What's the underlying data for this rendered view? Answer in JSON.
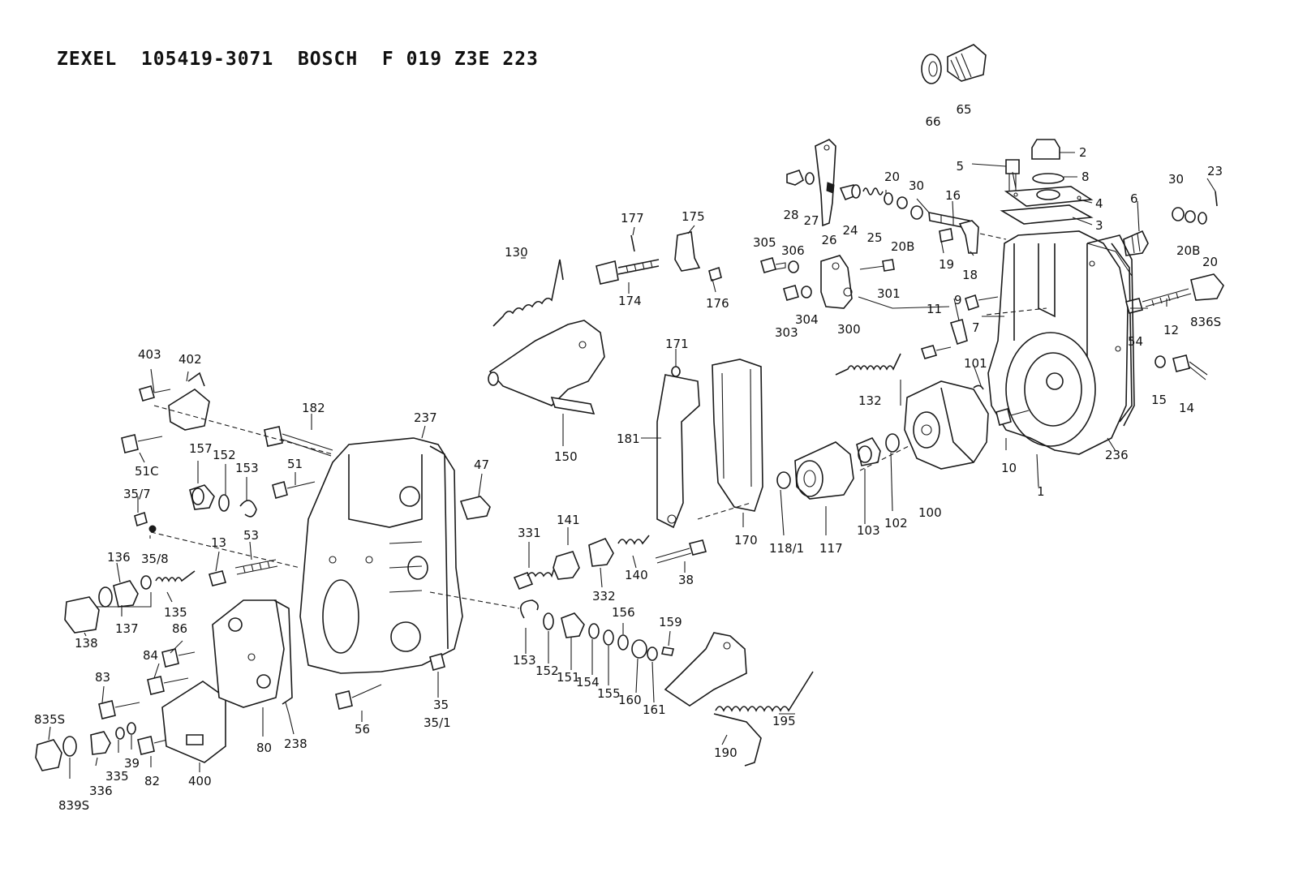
{
  "header": {
    "title": "ZEXEL  105419-3071  BOSCH  F 019 Z3E 223"
  },
  "callouts": [
    "65",
    "66",
    "2",
    "8",
    "5",
    "4",
    "3",
    "23",
    "30",
    "20B",
    "20",
    "6",
    "28",
    "27",
    "26",
    "24",
    "25",
    "20",
    "30",
    "20B",
    "16",
    "19",
    "18",
    "305",
    "306",
    "303",
    "304",
    "300",
    "301",
    "9",
    "11",
    "7",
    "836S",
    "12",
    "54",
    "15",
    "14",
    "1",
    "236",
    "10",
    "100",
    "101",
    "102",
    "103",
    "117",
    "118/1",
    "132",
    "130",
    "177",
    "175",
    "174",
    "176",
    "150",
    "171",
    "181",
    "170",
    "38",
    "140",
    "141",
    "332",
    "331",
    "403",
    "402",
    "51C",
    "182",
    "237",
    "47",
    "51",
    "157",
    "152",
    "153",
    "53",
    "35/7",
    "35/8",
    "13",
    "136",
    "137",
    "135",
    "138",
    "86",
    "84",
    "83",
    "835S",
    "839S",
    "336",
    "335",
    "39",
    "82",
    "400",
    "80",
    "238",
    "56",
    "35",
    "35/1",
    "153",
    "152",
    "151",
    "154",
    "155",
    "156",
    "160",
    "161",
    "159",
    "190",
    "195"
  ]
}
